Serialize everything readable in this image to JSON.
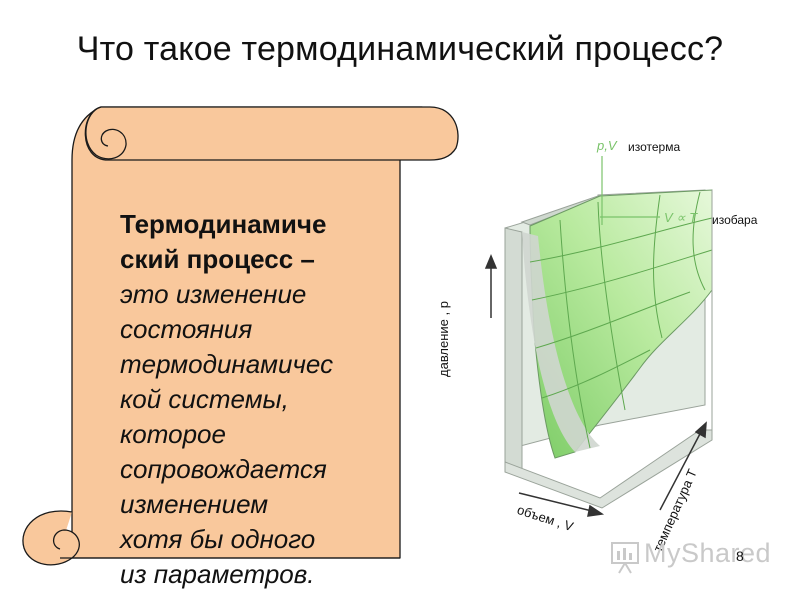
{
  "slide": {
    "title": "Что такое термодинамический процесс?",
    "page_number": "8"
  },
  "scroll": {
    "term": "Термодинамиче\nский процесс –",
    "definition": "это изменение\nсостояния\nтермодинамичес\nкой системы,\nкоторое\nсопровождается\nизменением\nхотя бы одного\nиз параметров.",
    "fill_color": "#f9c89c",
    "stroke_color": "#1a1a1a"
  },
  "diagram": {
    "surface_color": "#a6e38a",
    "box_color": "#e6ece6",
    "curve_labels": {
      "isotherm_formula": "p,V",
      "isotherm_name": "изотерма",
      "isobar_formula": "V ∝ T",
      "isobar_name": "изобара"
    },
    "axes": {
      "pressure": "давление , p",
      "volume": "объем , V",
      "temperature": "температура T"
    }
  },
  "watermark": {
    "text": "MyShared",
    "icon": "presentation-board-icon"
  }
}
